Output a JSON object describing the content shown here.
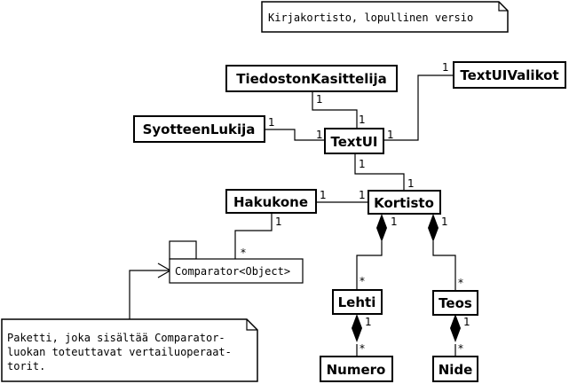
{
  "diagram": {
    "title_note": "Kirjakortisto, lopullinen versio",
    "classes": {
      "tiedoston_kasittelija": "TiedostonKasittelija",
      "text_ui_valikot": "TextUIValikot",
      "syotteen_lukija": "SyotteenLukija",
      "text_ui": "TextUI",
      "hakukone": "Hakukone",
      "kortisto": "Kortisto",
      "lehti": "Lehti",
      "teos": "Teos",
      "numero": "Numero",
      "nide": "Nide"
    },
    "package": {
      "name": "Comparator<Object>"
    },
    "package_note": {
      "line1": "Paketti, joka sisältää Comparator-",
      "line2": "luokan toteuttavat vertailuoperaat-",
      "line3": "torit."
    },
    "multiplicities": {
      "one": "1",
      "many": "*"
    }
  }
}
